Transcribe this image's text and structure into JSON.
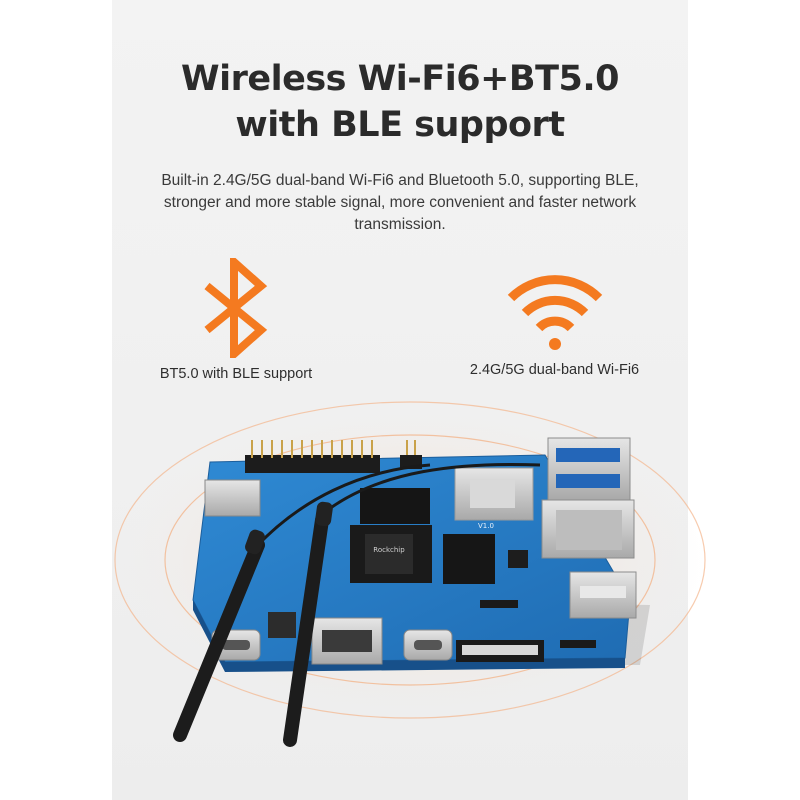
{
  "headline": {
    "line1": "Wireless Wi-Fi6+BT5.0",
    "line2": "with BLE support"
  },
  "description": "Built-in 2.4G/5G dual-band Wi-Fi6 and Bluetooth 5.0, supporting BLE, stronger and more stable signal, more convenient and faster network transmission.",
  "features": [
    {
      "icon": "bluetooth-icon",
      "label": "BT5.0 with BLE support"
    },
    {
      "icon": "wifi-icon",
      "label": "2.4G/5G dual-band Wi-Fi6"
    }
  ],
  "board": {
    "chip_brand": "Rockchip",
    "pcb_version": "V1.0"
  },
  "colors": {
    "accent": "#f47a20",
    "pcb": "#2a7fc9",
    "title": "#2b2b2b"
  }
}
